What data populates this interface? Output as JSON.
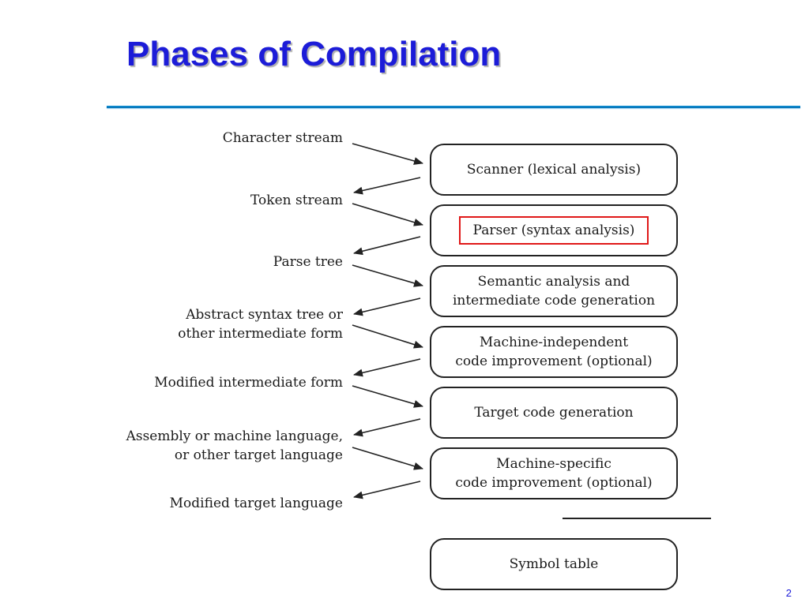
{
  "slide": {
    "title": "Phases of Compilation",
    "page_number": "2"
  },
  "diagram": {
    "phases": [
      "Scanner (lexical analysis)",
      "Parser (syntax analysis)",
      "Semantic analysis and\nintermediate code generation",
      "Machine-independent\ncode improvement (optional)",
      "Target code generation",
      "Machine-specific\ncode improvement (optional)"
    ],
    "symbol_table": "Symbol table",
    "streams": [
      "Character stream",
      "Token stream",
      "Parse tree",
      "Abstract syntax tree or\nother intermediate form",
      "Modified intermediate form",
      "Assembly or machine language,\nor other target language",
      "Modified target language"
    ],
    "highlighted_phase": "Parser (syntax analysis)"
  },
  "colors": {
    "title": "#1c1cd8",
    "rule": "#0b8fd6",
    "highlight": "#e01818"
  }
}
